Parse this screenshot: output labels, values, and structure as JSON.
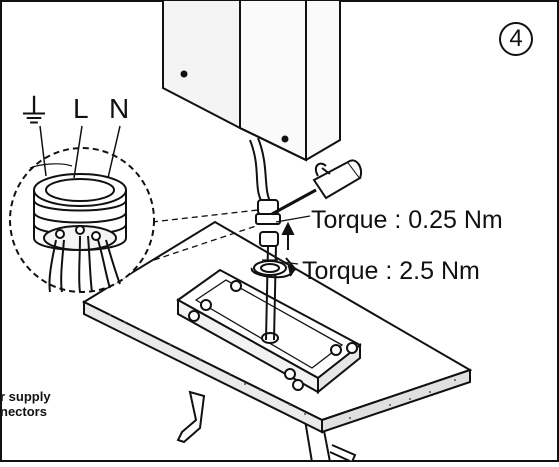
{
  "step": {
    "number": "4"
  },
  "connector_labels": {
    "ground": "⏚",
    "live": "L",
    "neutral": "N"
  },
  "torque": {
    "upper": "Torque : 0.25 Nm",
    "lower": "Torque : 2.5 Nm"
  },
  "caption": {
    "line1": "r supply",
    "line2": "nectors"
  },
  "colors": {
    "line": "#111111",
    "background": "#ffffff",
    "panel_gray": "#f2f2f2"
  }
}
